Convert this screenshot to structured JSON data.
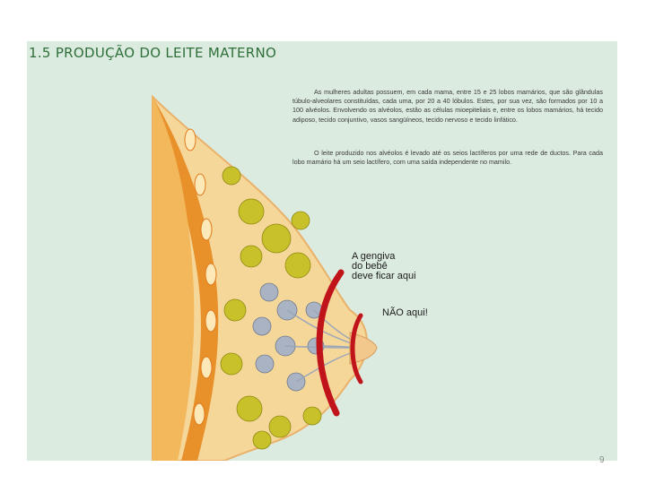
{
  "title": "1.5 PRODUÇÃO DO LEITE MATERNO",
  "paragraphs": [
    "As mulheres adultas possuem, em cada mama, entre 15 e 25 lobos mamários, que são glândulas túbulo-alveolares constituídas, cada uma, por 20 a 40 lóbulos. Estes, por sua vez, são formados por 10 a 100 alvéolos. Envolvendo os alvéolos, estão as células mioepiteliais e, entre os lobos mamários, há tecido adiposo, tecido conjuntivo, vasos sangüíneos, tecido nervoso e tecido linfático.",
    "O leite produzido nos alvéolos é levado até os seios lactíferos por uma rede de ductos. Para cada lobo mamário há um seio lactífero, com uma saída independente no mamilo."
  ],
  "callouts": {
    "baby_gum_here": "A gengiva\ndo bebê\ndeve ficar aqui",
    "not_here": "NÃO aqui!"
  },
  "page_number": "9",
  "colors": {
    "page_bg": "#dcebe0",
    "title": "#2f6f3a",
    "skin": "#f6d79a",
    "fat_orange": "#e8902a",
    "gland_yellow": "#c9c12a",
    "lobe_gray": "#a9b3c3",
    "arc_red": "#c0141a"
  },
  "illustration": {
    "name": "breast-cross-section-diagram"
  }
}
